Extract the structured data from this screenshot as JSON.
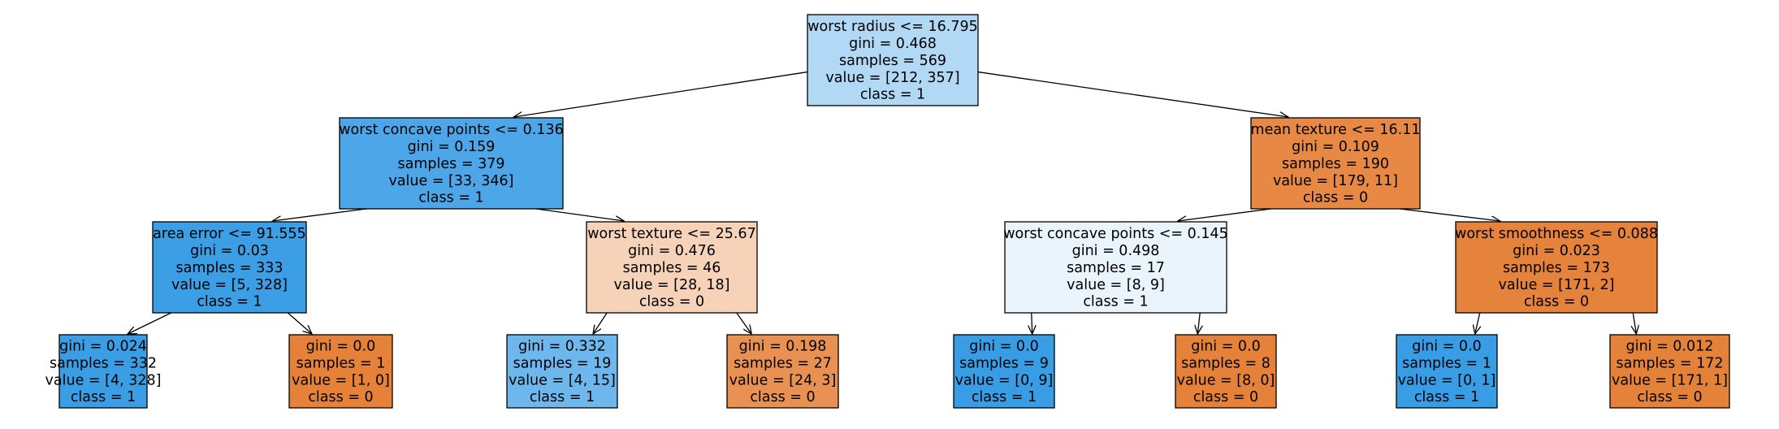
{
  "tree": {
    "nodes": [
      {
        "id": "n0",
        "lines": [
          "worst radius <= 16.795",
          "gini = 0.468",
          "samples = 569",
          "value = [212, 357]",
          "class = 1"
        ],
        "fill": "#b1d8f5"
      },
      {
        "id": "n1",
        "lines": [
          "worst concave points <= 0.136",
          "gini = 0.159",
          "samples = 379",
          "value = [33, 346]",
          "class = 1"
        ],
        "fill": "#4ca6e7"
      },
      {
        "id": "n2",
        "lines": [
          "area error <= 91.555",
          "gini = 0.03",
          "samples = 333",
          "value = [5, 328]",
          "class = 1"
        ],
        "fill": "#3c9ee5"
      },
      {
        "id": "n3",
        "lines": [
          "gini = 0.024",
          "samples = 332",
          "value = [4, 328]",
          "class = 1"
        ],
        "fill": "#3b9ee5"
      },
      {
        "id": "n4",
        "lines": [
          "gini = 0.0",
          "samples = 1",
          "value = [1, 0]",
          "class = 0"
        ],
        "fill": "#e58139"
      },
      {
        "id": "n5",
        "lines": [
          "worst texture <= 25.67",
          "gini = 0.476",
          "samples = 46",
          "value = [28, 18]",
          "class = 0"
        ],
        "fill": "#f6d2b8"
      },
      {
        "id": "n6",
        "lines": [
          "gini = 0.332",
          "samples = 19",
          "value = [4, 15]",
          "class = 1"
        ],
        "fill": "#6eb7ec"
      },
      {
        "id": "n7",
        "lines": [
          "gini = 0.198",
          "samples = 27",
          "value = [24, 3]",
          "class = 0"
        ],
        "fill": "#e89152"
      },
      {
        "id": "n8",
        "lines": [
          "mean texture <= 16.11",
          "gini = 0.109",
          "samples = 190",
          "value = [179, 11]",
          "class = 0"
        ],
        "fill": "#e78945"
      },
      {
        "id": "n9",
        "lines": [
          "worst concave points <= 0.145",
          "gini = 0.498",
          "samples = 17",
          "value = [8, 9]",
          "class = 1"
        ],
        "fill": "#e9f4fc"
      },
      {
        "id": "n10",
        "lines": [
          "gini = 0.0",
          "samples = 9",
          "value = [0, 9]",
          "class = 1"
        ],
        "fill": "#399de5"
      },
      {
        "id": "n11",
        "lines": [
          "gini = 0.0",
          "samples = 8",
          "value = [8, 0]",
          "class = 0"
        ],
        "fill": "#e58139"
      },
      {
        "id": "n12",
        "lines": [
          "worst smoothness <= 0.088",
          "gini = 0.023",
          "samples = 173",
          "value = [171, 2]",
          "class = 0"
        ],
        "fill": "#e5823b"
      },
      {
        "id": "n13",
        "lines": [
          "gini = 0.0",
          "samples = 1",
          "value = [0, 1]",
          "class = 1"
        ],
        "fill": "#399de5"
      },
      {
        "id": "n14",
        "lines": [
          "gini = 0.012",
          "samples = 172",
          "value = [171, 1]",
          "class = 0"
        ],
        "fill": "#e5823a"
      }
    ],
    "edges": [
      [
        "n0",
        "n1"
      ],
      [
        "n0",
        "n8"
      ],
      [
        "n1",
        "n2"
      ],
      [
        "n1",
        "n5"
      ],
      [
        "n2",
        "n3"
      ],
      [
        "n2",
        "n4"
      ],
      [
        "n5",
        "n6"
      ],
      [
        "n5",
        "n7"
      ],
      [
        "n8",
        "n9"
      ],
      [
        "n8",
        "n12"
      ],
      [
        "n9",
        "n10"
      ],
      [
        "n9",
        "n11"
      ],
      [
        "n12",
        "n13"
      ],
      [
        "n12",
        "n14"
      ]
    ],
    "edge_color": "#000000",
    "border_color": "#000000"
  }
}
